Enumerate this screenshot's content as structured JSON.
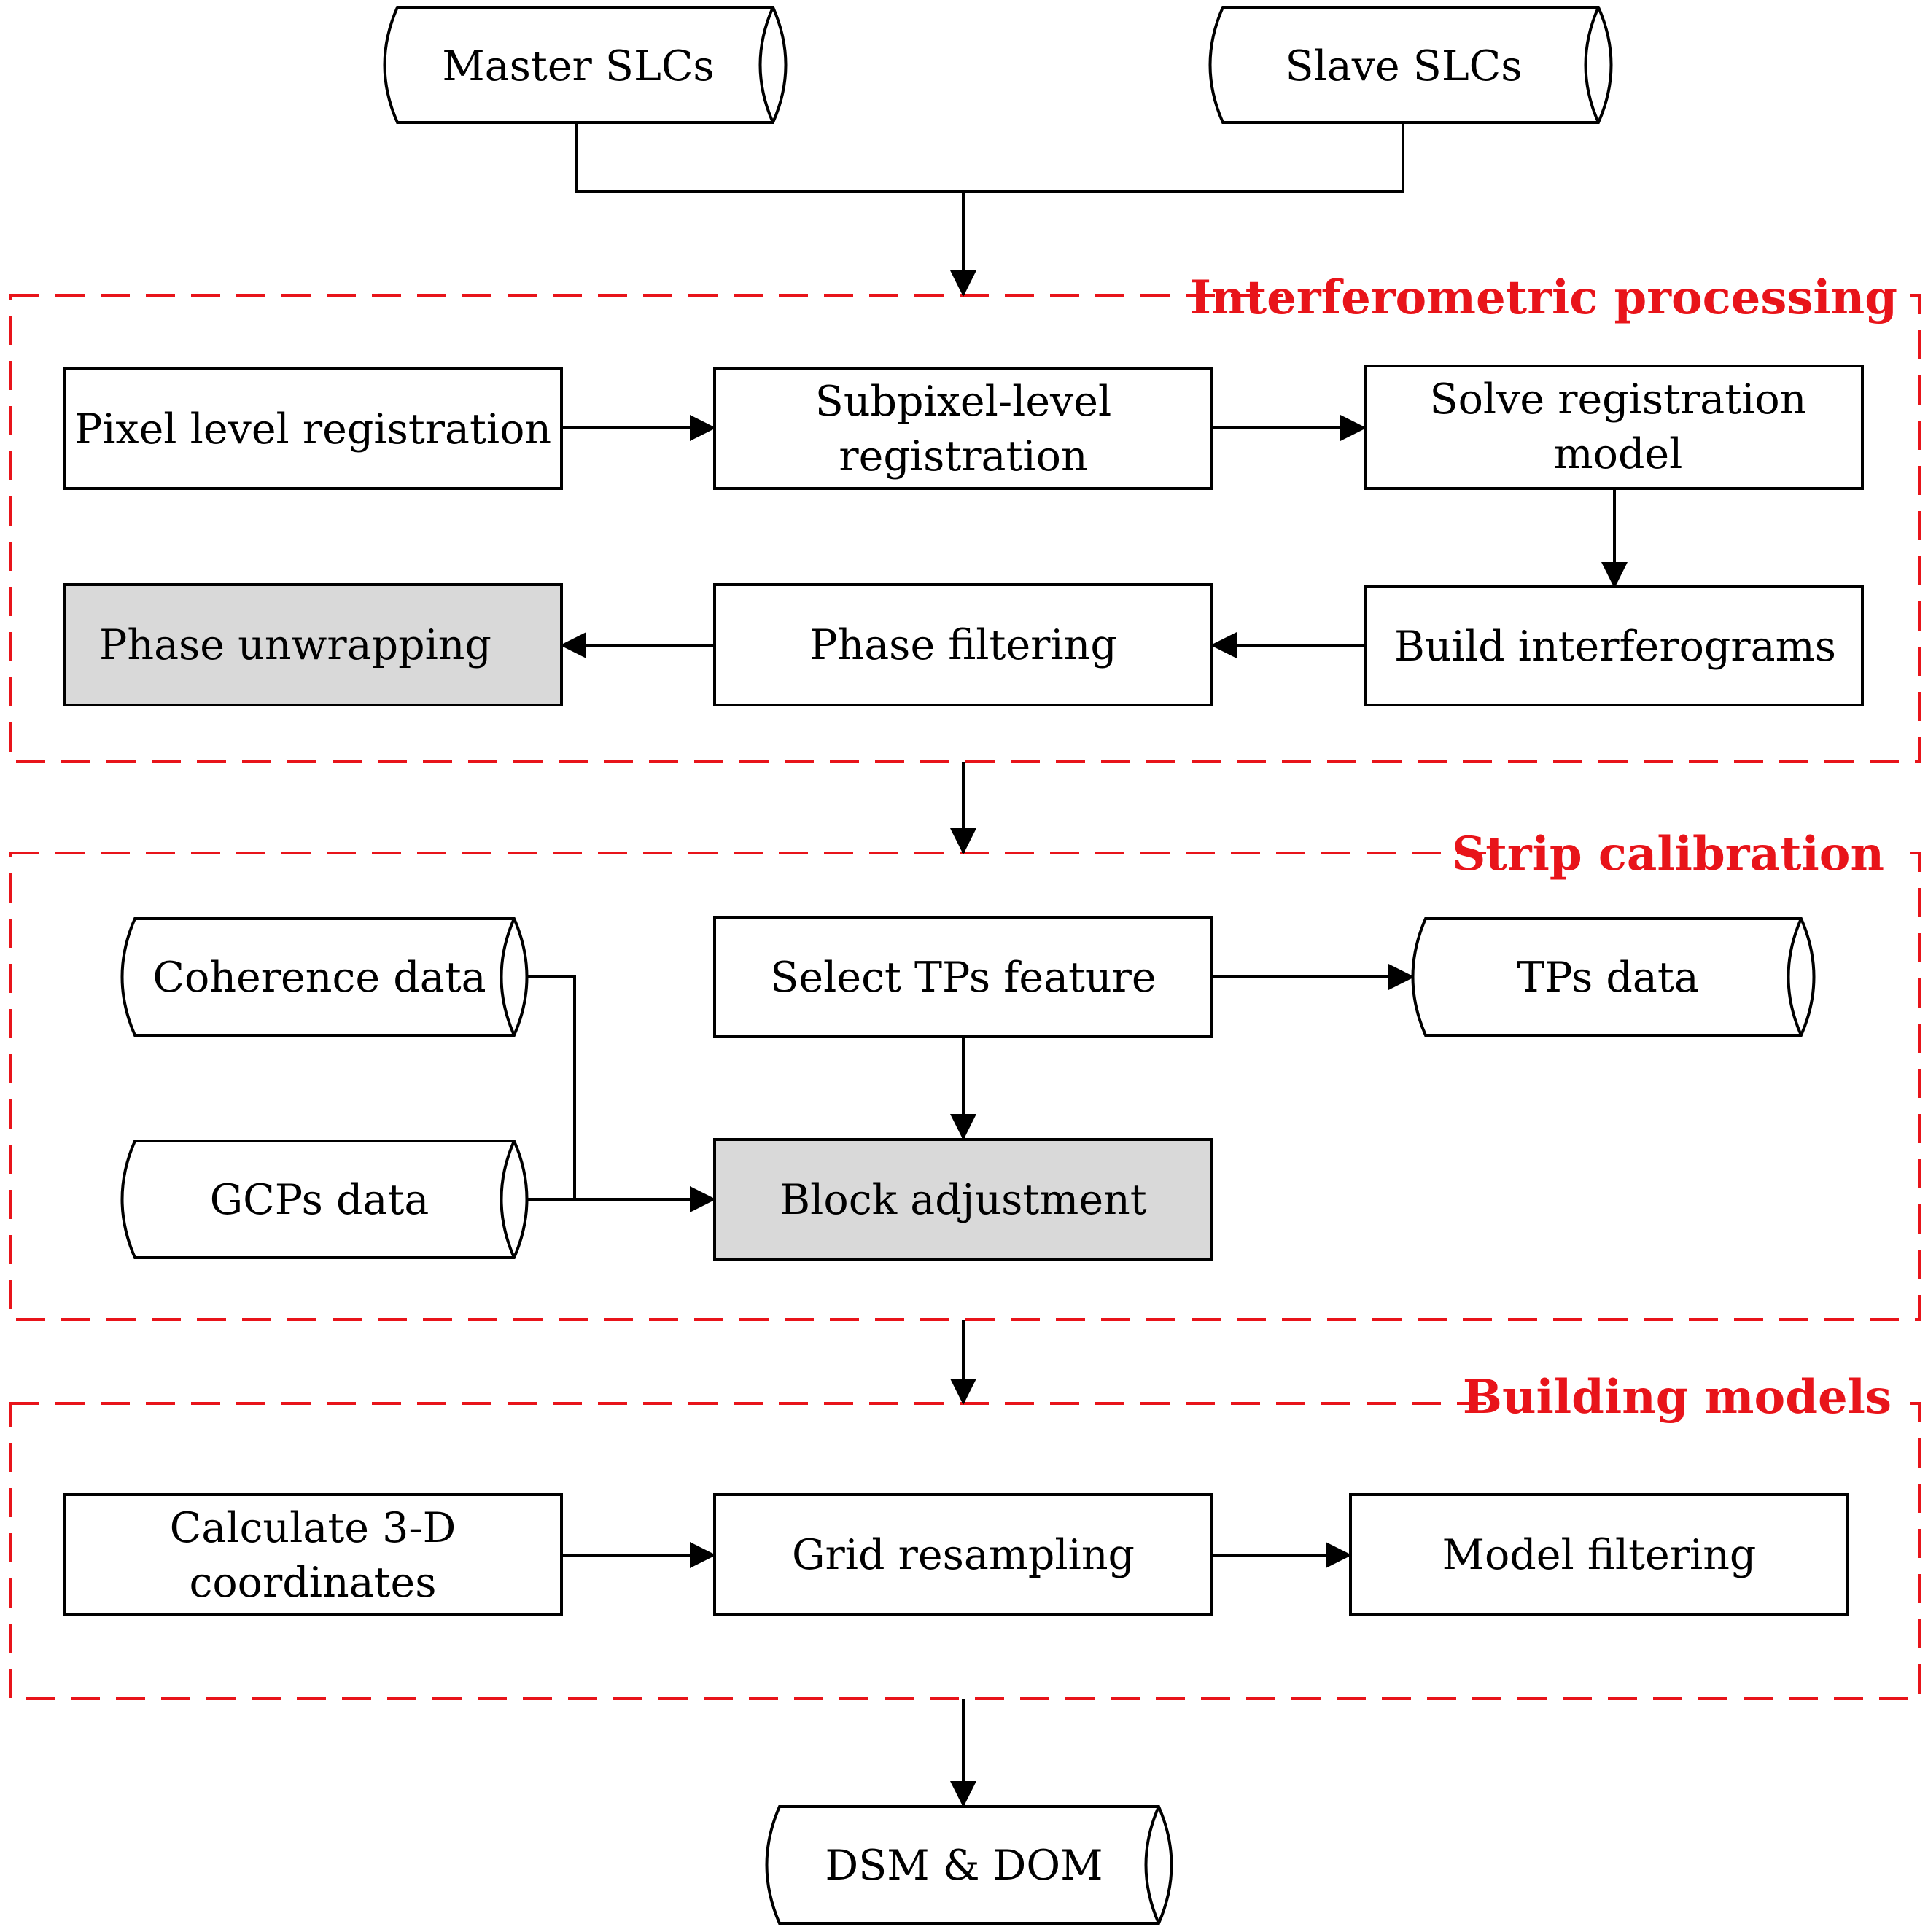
{
  "colors": {
    "group_title": "#e8141a",
    "group_frame": "#e8141a",
    "shaded_box": "#d9d9d9",
    "line": "#000000"
  },
  "inputs": {
    "master": "Master SLCs",
    "slave": "Slave SLCs"
  },
  "groups": {
    "interferometric": {
      "title": "Interferometric processing",
      "pixel_reg": "Pixel level registration",
      "subpixel_reg": [
        "Subpixel-level",
        "registration"
      ],
      "solve_model": [
        "Solve registration",
        "model"
      ],
      "build_interferograms": "Build interferograms",
      "phase_filtering": "Phase filtering",
      "phase_unwrapping": "Phase unwrapping"
    },
    "strip": {
      "title": "Strip calibration",
      "coherence": "Coherence data",
      "gcps": "GCPs data",
      "select_tps": "Select TPs feature",
      "tps_data": "TPs data",
      "block_adjustment": "Block adjustment"
    },
    "building": {
      "title": "Building models",
      "calc_3d": [
        "Calculate 3-D",
        "coordinates"
      ],
      "grid_resampling": "Grid resampling",
      "model_filtering": "Model filtering"
    }
  },
  "output": "DSM & DOM"
}
